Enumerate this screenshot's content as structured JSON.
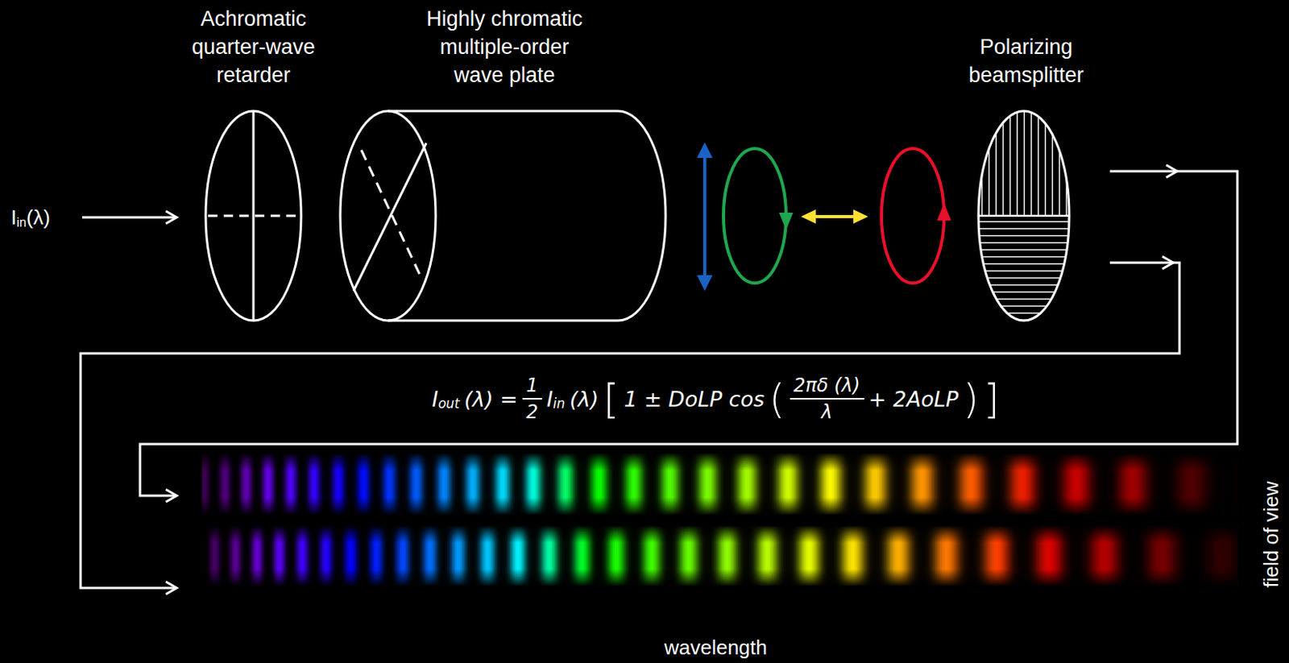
{
  "diagram": {
    "nodes": [
      {
        "text": [
          "Achromatic quarter-wave retarder"
        ]
      },
      {
        "text": [
          "Highly chromatic multiple-order wave plate"
        ]
      },
      {
        "text": [
          "Polarizing beamsplitter"
        ]
      }
    ],
    "labels": [
      "I",
      "in",
      "(λ)",
      "I",
      "out",
      "(λ) =",
      "1",
      "2",
      "I",
      "in",
      "(λ)",
      "[",
      "1 ± DoLP cos",
      "(",
      "2πδ (λ)",
      "λ",
      "+ 2AoLP",
      ")",
      "]",
      "wavelength",
      "field of view"
    ]
  }
}
